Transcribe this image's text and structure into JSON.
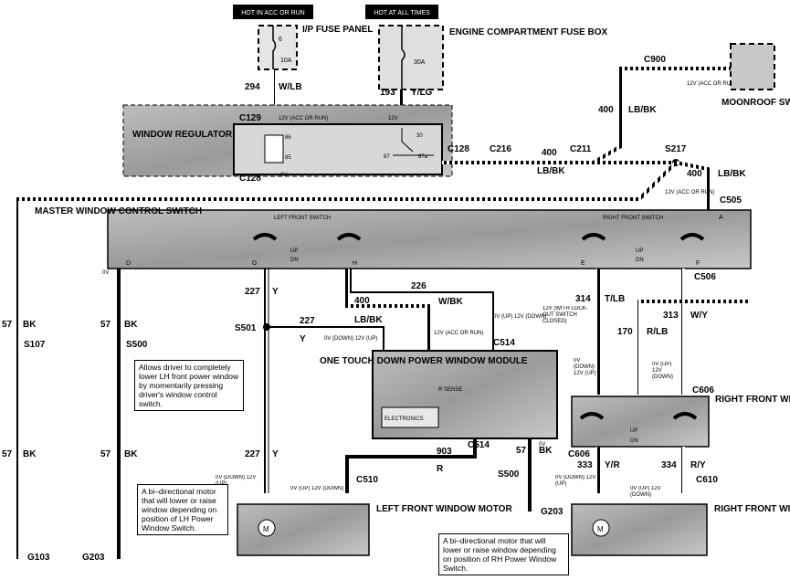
{
  "headers": {
    "hot_acc_run": "HOT IN ACC OR RUN",
    "hot_all_times": "HOT AT ALL TIMES"
  },
  "fuse_boxes": {
    "ip_panel": "I/P FUSE PANEL",
    "engine_comp": "ENGINE COMPARTMENT FUSE BOX",
    "fuse6_num": "6",
    "fuse6_amp": "10A",
    "fuse30_amp": "30A"
  },
  "components": {
    "relay": "WINDOW REGULATOR SAFETY RELAY",
    "master": "MASTER WINDOW CONTROL SWITCH",
    "left_front_switch": "LEFT FRONT SWITCH",
    "right_front_switch": "RIGHT FRONT SWITCH",
    "module": "ONE TOUCH DOWN POWER WINDOW MODULE",
    "electronics": "ELECTRONICS",
    "r_sense": "R SENSE",
    "moonroof": "MOONROOF SWITCH",
    "rf_switch": "RIGHT FRONT WINDOW CONTROL SWITCH",
    "lf_motor": "LEFT FRONT WINDOW MOTOR",
    "rf_motor": "RIGHT FRONT WINDOW MOTOR"
  },
  "connectors": {
    "c129": "C129",
    "c128a": "C128",
    "c128b": "C128",
    "c216": "C216",
    "c211": "C211",
    "c900": "C900",
    "s217": "S217",
    "c505": "C505",
    "c506": "C506",
    "c514a": "C514",
    "c514b": "C514",
    "c606a": "C606",
    "c606b": "C606",
    "c510": "C510",
    "c610": "C610",
    "s107": "S107",
    "s500a": "S500",
    "s500b": "S500",
    "s501": "S501",
    "g103": "G103",
    "g203a": "G203",
    "g203b": "G203"
  },
  "wires": {
    "w294": "294",
    "wlb": "W/LB",
    "w193": "193",
    "ylg": "Y/LG",
    "w400a": "400",
    "lbbk_a": "LB/BK",
    "w400b": "400",
    "lbbk_b": "LB/BK",
    "w400c": "400",
    "lbbk_c": "LB/BK",
    "w400d": "400",
    "lbbk_d": "LB/BK",
    "w227a": "227",
    "ya": "Y",
    "w227b": "227",
    "yb": "Y",
    "w227c": "227",
    "yc": "Y",
    "w226": "226",
    "wbk": "W/BK",
    "w314": "314",
    "tlb": "T/LB",
    "w313": "313",
    "wy": "W/Y",
    "w170": "170",
    "rlb": "R/LB",
    "w57a": "57",
    "bka": "BK",
    "w57b": "57",
    "bkb": "BK",
    "w57c": "57",
    "bkc": "BK",
    "w57d": "57",
    "bkd": "BK",
    "w57e": "57",
    "bke": "BK",
    "w903": "903",
    "r": "R",
    "w333": "333",
    "yr": "Y/R",
    "w334": "334",
    "rsy": "R/Y"
  },
  "notes": {
    "acc_run": "12V (ACC OR RUN)",
    "v12": "12V",
    "ov": "0V",
    "up_dn_module": "0V (UP) 12V (DOWN)",
    "down_up_module": "0V (DOWN) 12V (UP)",
    "lockout": "12V (WITH LOCK-OUT SWITCH CLOSED)",
    "down_up_rf": "0V (DOWN) 12V (UP)",
    "up_down_rf": "0V (UP) 12V (DOWN)",
    "lf_motor_l": "0V (DOWN) 12V (UP)",
    "lf_motor_r": "0V (UP) 12V (DOWN)",
    "rf_motor_l": "0V (DOWN) 12V (UP)",
    "rf_motor_r": "0V (UP) 12V (DOWN)",
    "allows": "Allows driver to completely lower LH front power window by momentarily pressing driver's window control switch.",
    "bidir_left": "A bi–directional motor that will lower or raise window depending on position of LH Power Window Switch.",
    "bidir_right": "A bi–directional motor that will lower or raise window depending on position of RH Power Window Switch."
  },
  "switch_labels": {
    "up": "UP",
    "dn": "DN",
    "up2": "UP",
    "dn2": "DN",
    "up3": "UP",
    "dn3": "DN"
  },
  "pins": {
    "p86": "86",
    "p85": "85",
    "p30": "30",
    "p87": "87",
    "p87a": "87a",
    "pA": "A",
    "pG": "G",
    "pH": "H",
    "pD": "D",
    "pE": "E",
    "pF": "F",
    "m1": "M",
    "m2": "M"
  }
}
